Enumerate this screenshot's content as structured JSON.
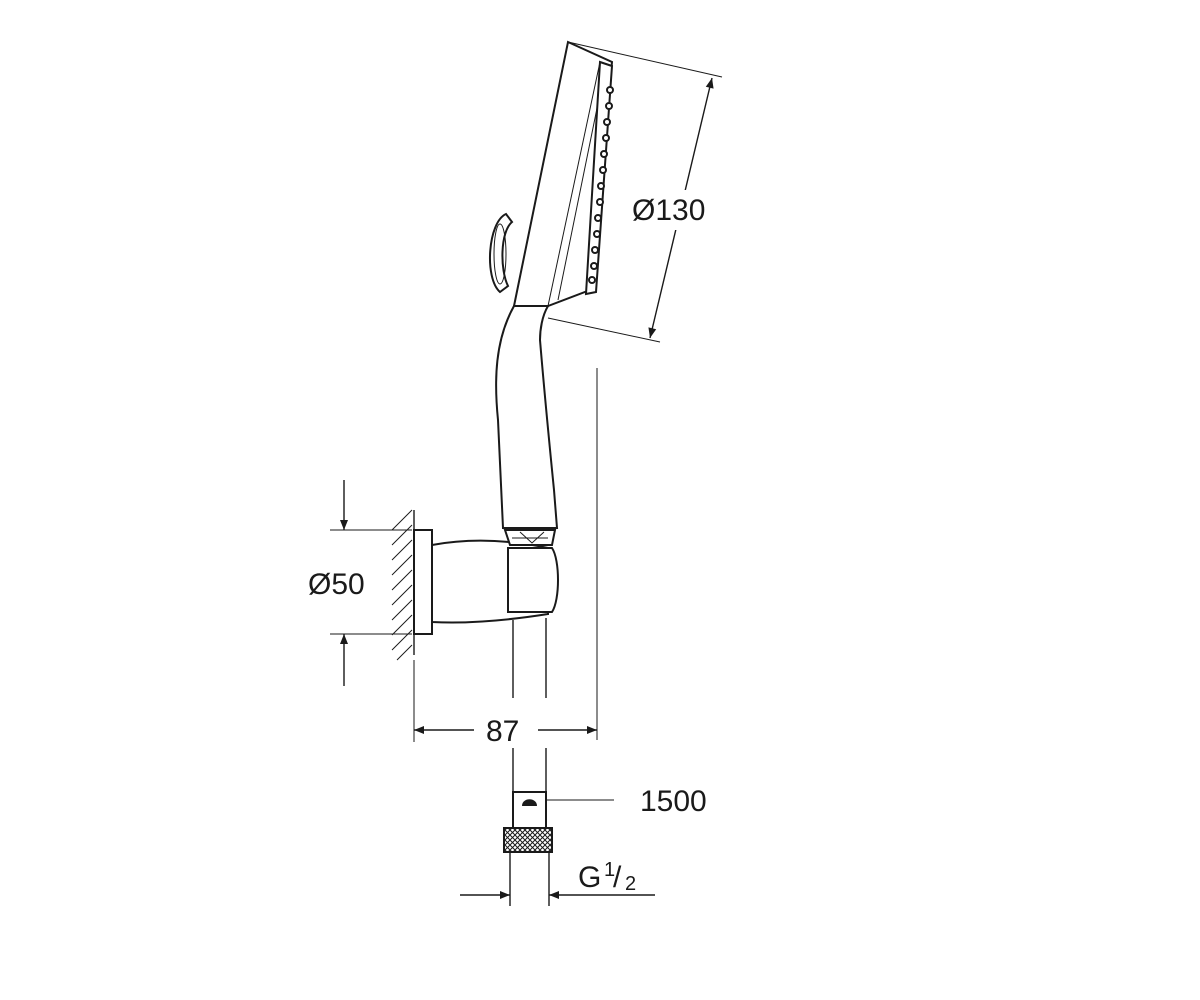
{
  "dimensions": {
    "spray_diameter": "Ø130",
    "holder_diameter": "Ø50",
    "projection": "87",
    "hose_length": "1500",
    "thread_letter": "G",
    "thread_num": "1",
    "thread_den": "2"
  },
  "colors": {
    "line": "#1a1a1a",
    "background": "#ffffff"
  }
}
